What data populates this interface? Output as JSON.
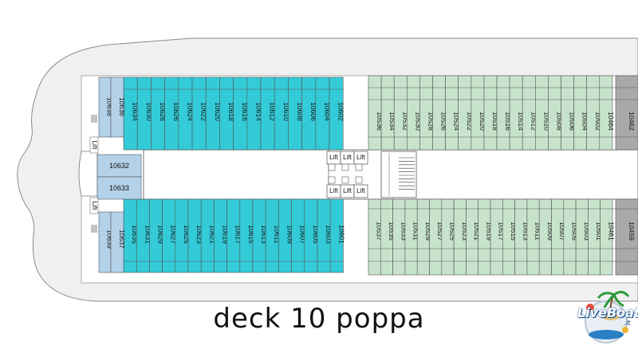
{
  "caption": "deck 10 poppa",
  "logo": {
    "text": "LiveBoat",
    "tld": ".it",
    "icon": "palm-island-icon"
  },
  "colors": {
    "teal": "#33cbd8",
    "green": "#c7e3cc",
    "blue": "#b3d2ea",
    "grey": "#a9a9a9",
    "hull": "#f0f0f0"
  },
  "lift_label": "Lift",
  "center_cabins": [
    "10632",
    "10633"
  ],
  "stern_cabins_top": [
    "10638",
    "10636"
  ],
  "stern_cabins_bottom": [
    "10639",
    "10637"
  ],
  "teal_top": [
    "10634",
    "10630",
    "10628",
    "10626",
    "10624",
    "10622",
    "10620",
    "10618",
    "10616",
    "10614",
    "10612",
    "10610",
    "10608",
    "10606",
    "10604",
    "10602"
  ],
  "teal_bottom": [
    "10635",
    "10631",
    "10629",
    "10627",
    "10625",
    "10623",
    "10621",
    "10619",
    "10617",
    "10615",
    "10613",
    "10611",
    "10609",
    "10607",
    "10605",
    "10603",
    "10601"
  ],
  "green_top": [
    "10536",
    "10534",
    "10532",
    "10530",
    "10528",
    "10526",
    "10524",
    "10522",
    "10520",
    "10518",
    "10516",
    "10514",
    "10512",
    "10510",
    "10508",
    "10506",
    "10504",
    "10502",
    "10464"
  ],
  "green_bottom": [
    "10537",
    "10535",
    "10533",
    "10531",
    "10529",
    "10527",
    "10525",
    "10523",
    "10521",
    "10519",
    "10517",
    "10515",
    "10513",
    "10511",
    "10509",
    "10507",
    "10505",
    "10503",
    "10501",
    "10461"
  ],
  "grey_top": [
    "10462"
  ],
  "grey_bottom": [
    "10459"
  ]
}
